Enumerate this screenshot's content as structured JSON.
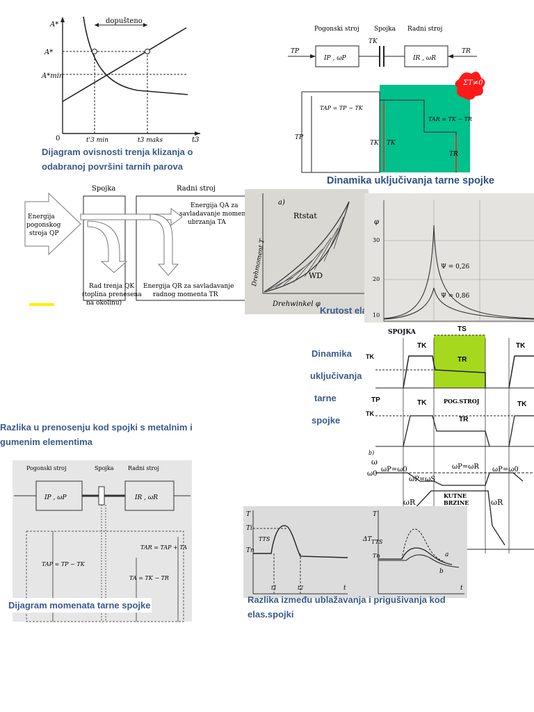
{
  "captions": {
    "friction": "Dijagram ovisnosti trenja klizanja o odabranoj površini tarnih parova",
    "dynamics_title": "Dinamika uključivanja tarne spojke",
    "krutost": "Krutost ela",
    "dynamics_side": [
      "Dinamika",
      "uključivanja",
      "tarne",
      "spojke"
    ],
    "razlika_metal": "Razlika u prenosenju kod spojki s metalnim i gumenim elementima",
    "moment_diagram": "Dijagram momenata tarne spojke",
    "ublazavanje": "Razlika između ublažavanja i prigušivanja kod elas.spojki"
  },
  "friction_chart": {
    "y_labels": [
      "A*",
      "A*",
      "A*min"
    ],
    "x_labels": [
      "0",
      "t'3 min",
      "t3 maks",
      "t3"
    ],
    "bracket": "dopušteno"
  },
  "dynamics_diagram": {
    "pogonski": "Pogonski stroj",
    "spojka": "Spojka",
    "radni": "Radni stroj",
    "left_box": "IP , ωP",
    "right_box": "IR , ωR",
    "tp": "TP",
    "tk": "TK",
    "tr": "TR",
    "sum": "ΣT≠0",
    "tap": "TAP = TP − TK",
    "tar": "TAR = TK − TR"
  },
  "energy_diagram": {
    "spojka": "Spojka",
    "radni": "Radni stroj",
    "energija_pog": [
      "Energija",
      "pogonskog",
      "stroja QP"
    ],
    "energija_qa": [
      "Energija QA za",
      "savladavanje momenta",
      "ubrzanja TA"
    ],
    "rad_trenja": [
      "Rad trenja QK",
      "(toplina prenesena",
      "na okolinu)"
    ],
    "energija_qr": [
      "Energija QR za savladavanje",
      "radnog momenta TR"
    ]
  },
  "hysteresis_photo": {
    "label_a": "a)",
    "rtstat": "Rtstat",
    "wd": "WD",
    "y_axis": "Drehmoment T",
    "x_axis": "Drehwinkel φ"
  },
  "resonance_photo": {
    "y_ticks": [
      "30",
      "20",
      "10"
    ],
    "phi": "φ",
    "psi1": "Ψ = 0,26",
    "psi2": "Ψ = 0,86"
  },
  "timing_diagram": {
    "spojka": "SPOJKA",
    "ts": "TS",
    "tk": "TK",
    "tr": "TR",
    "tp": "TP",
    "pog_stroj": "POG.STROJ",
    "w0": "ω0",
    "w": "ω",
    "wp_w0": "ωP=ω0",
    "wp_ws": "ωP=ωS",
    "wp_wr": "ωP=ωR",
    "kutne": [
      "KUTNE",
      "BRZINE"
    ],
    "wr": "ωR",
    "b": "b)"
  },
  "moment_photo": {
    "pogonski": "Pogonski stroj",
    "spojka": "Spojka",
    "radni": "Radni stroj",
    "left_box": "IP , ωP",
    "right_box": "IR , ωR",
    "tap": "TAP = TP − TK",
    "tar": "TAR = TAP + TA",
    "ta": "TA = TK − TR"
  },
  "damping_photo": {
    "t_axis": "T",
    "ti": "Ti",
    "tn": "Tn",
    "tts": "TTS",
    "delta": "ΔT",
    "t1": "t1",
    "t2": "t2",
    "a": "a",
    "b": "b",
    "t": "t"
  },
  "colors": {
    "caption": "#3a5a8c",
    "teal": "#00c08b",
    "green": "#a6d91e",
    "red": "#ff1a1a",
    "yellow": "#ffee00"
  }
}
